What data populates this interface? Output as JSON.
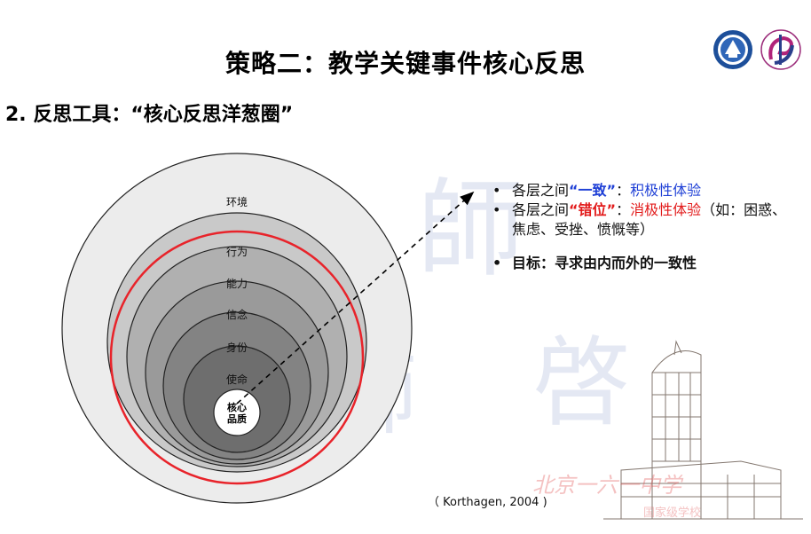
{
  "slide": {
    "title": "策略二：教学关键事件核心反思",
    "subtitle": "2. 反思工具：“核心反思洋葱圈”"
  },
  "onion_model": {
    "layers": [
      {
        "label": "环境",
        "fill": "#ececec"
      },
      {
        "label": "行为",
        "fill": "#c9c9c9"
      },
      {
        "label": "能力",
        "fill": "#b0b0b0"
      },
      {
        "label": "信念",
        "fill": "#9a9a9a"
      },
      {
        "label": "身份",
        "fill": "#838383"
      },
      {
        "label": "使命",
        "fill": "#6e6e6e"
      }
    ],
    "core": {
      "line1": "核心",
      "line2": "品质"
    },
    "highlight_ring_color": "#e8232a"
  },
  "notes": {
    "bullet": "•",
    "item1": {
      "prefix": "各层之间",
      "quote": "“一致”",
      "colon": "：",
      "result": "积极性体验"
    },
    "item2": {
      "prefix": "各层之间",
      "quote": "“错位”",
      "colon": "：",
      "result": "消极性体验",
      "suffix": "（如：困惑、焦虑、受挫、愤慨等）"
    },
    "goal": "目标：寻求由内而外的一致性"
  },
  "citation": "（ Korthagen, 2004 )",
  "watermark": {
    "line1": "北京一六一中学",
    "line2": "国家级学校",
    "big_chars": [
      "師",
      "啓"
    ]
  },
  "colors": {
    "blue": "#1f40d6",
    "red": "#e21a1a"
  }
}
